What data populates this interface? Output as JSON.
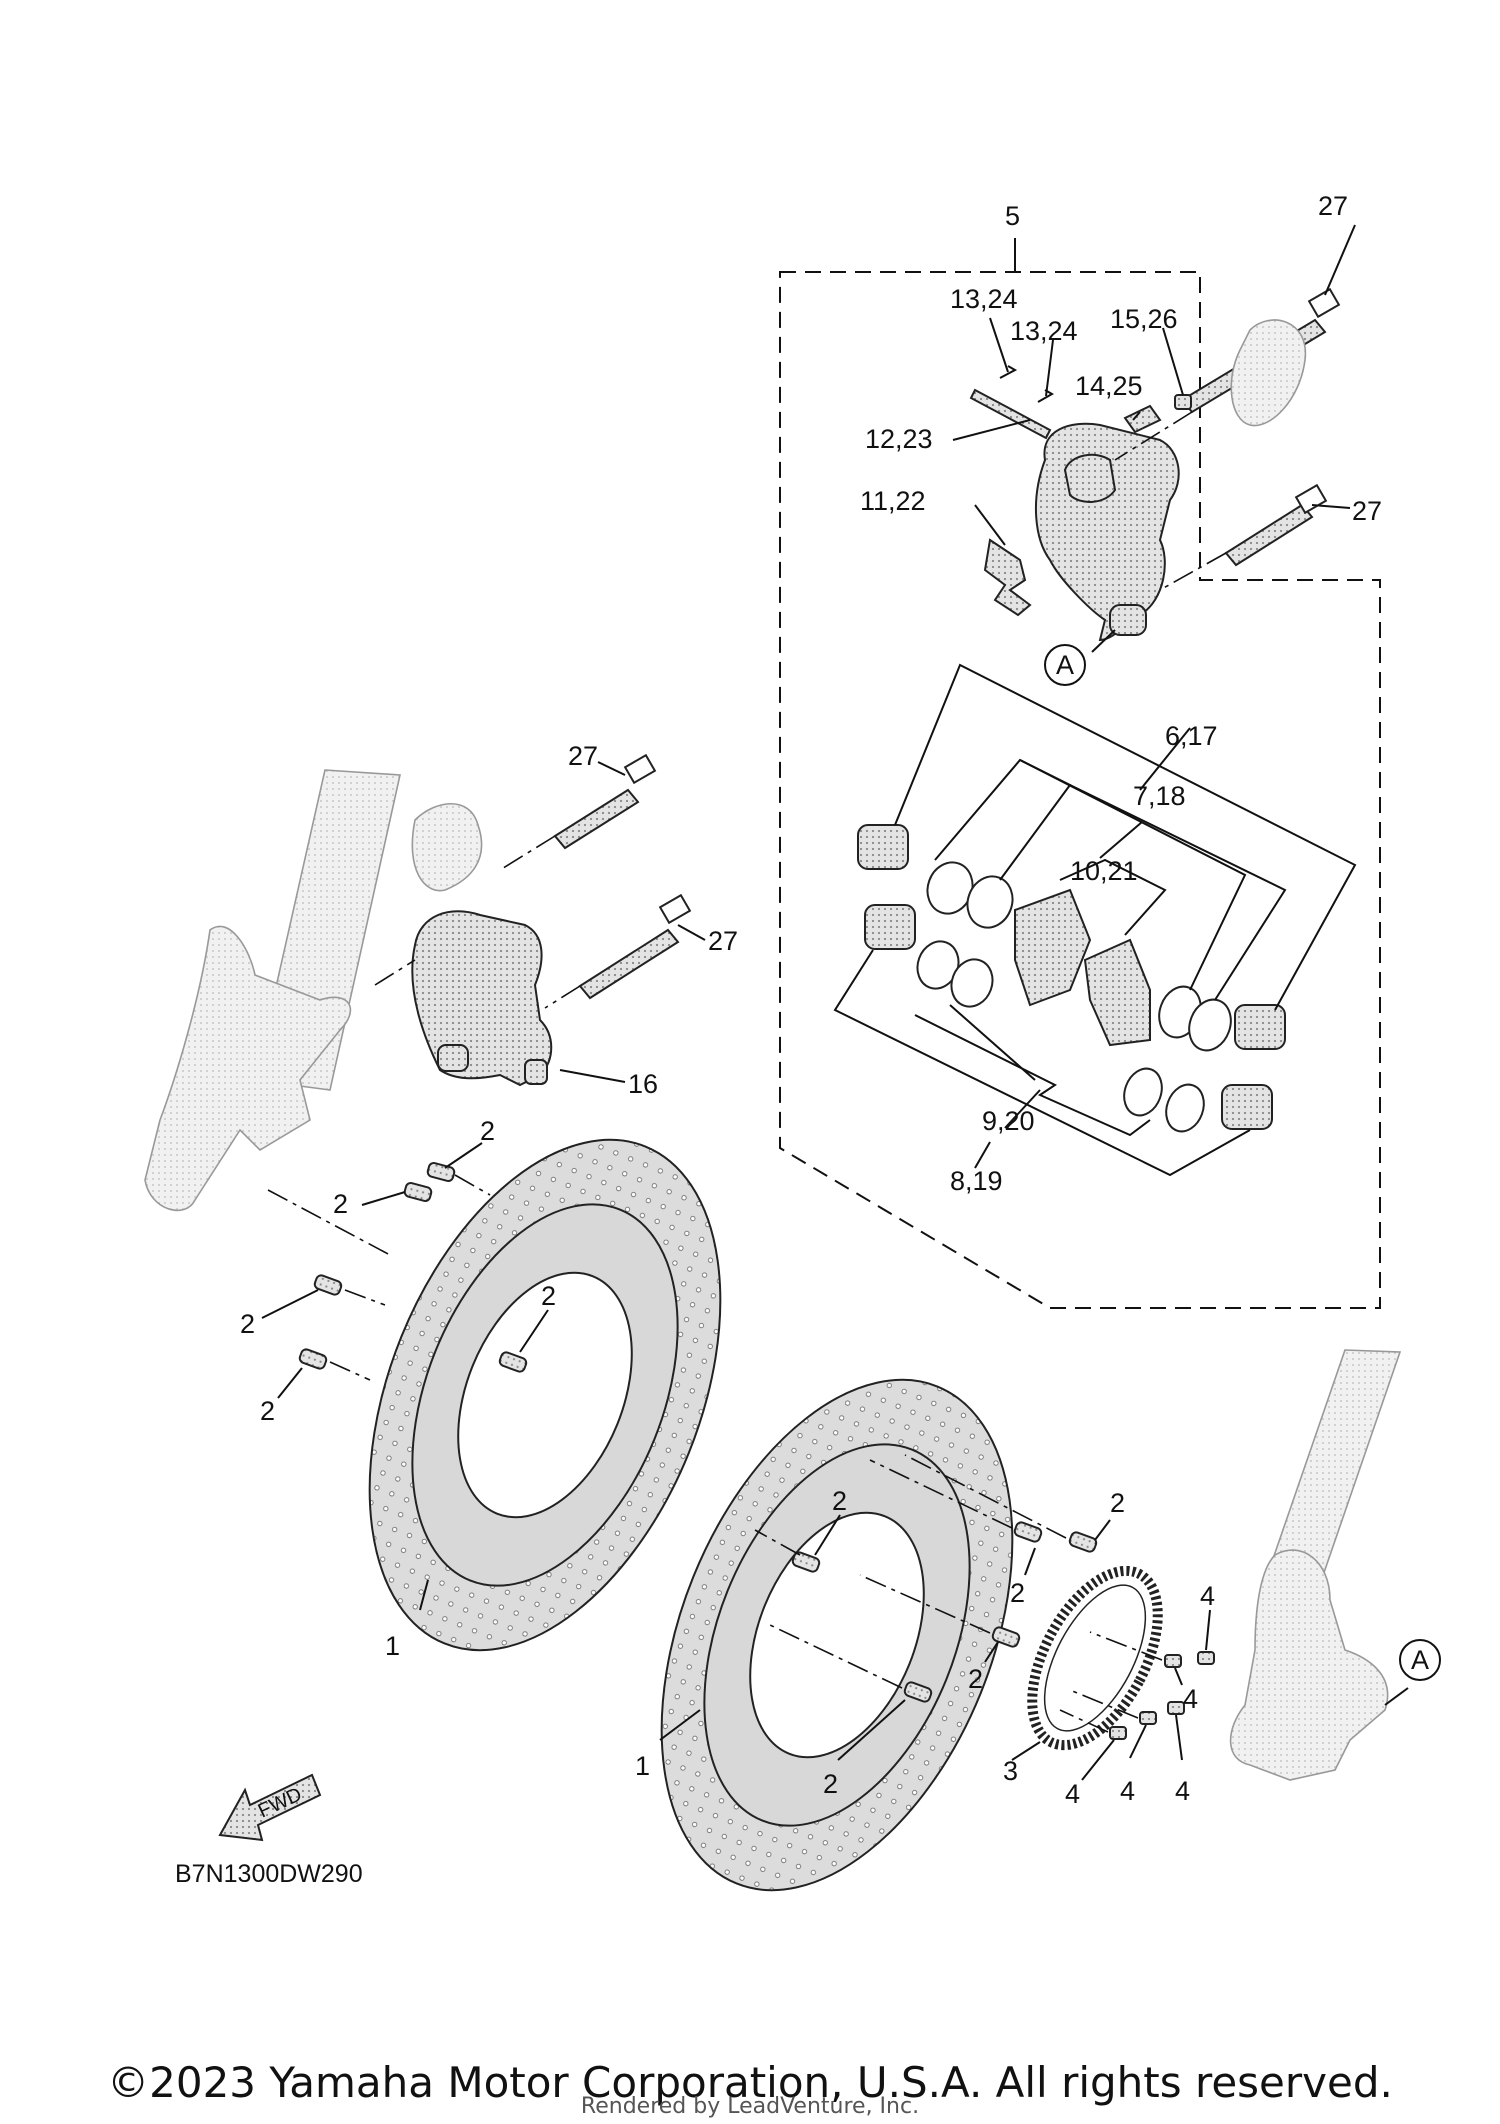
{
  "callouts": {
    "c5": "5",
    "c27a": "27",
    "c27b": "27",
    "c27c": "27",
    "c27d": "27",
    "c13_24a": "13,24",
    "c13_24b": "13,24",
    "c15_26": "15,26",
    "c14_25": "14,25",
    "c12_23": "12,23",
    "c11_22": "11,22",
    "cA_top": "A",
    "cA_bottom": "A",
    "c6_17": "6,17",
    "c7_18": "7,18",
    "c10_21": "10,21",
    "c9_20": "9,20",
    "c8_19": "8,19",
    "c16": "16",
    "c2a": "2",
    "c2b": "2",
    "c2c": "2",
    "c2d": "2",
    "c2e": "2",
    "c2f": "2",
    "c2g": "2",
    "c2h": "2",
    "c2i": "2",
    "c2j": "2",
    "c1a": "1",
    "c1b": "1",
    "c3": "3",
    "c4a": "4",
    "c4b": "4",
    "c4c": "4",
    "c4d": "4",
    "c4e": "4"
  },
  "fwd_label": "FWD",
  "diagram_code": "B7N1300DW290",
  "copyright": "©2023 Yamaha Motor Corporation, U.S.A. All rights reserved.",
  "rendered_by": "Rendered by LeadVenture, Inc."
}
